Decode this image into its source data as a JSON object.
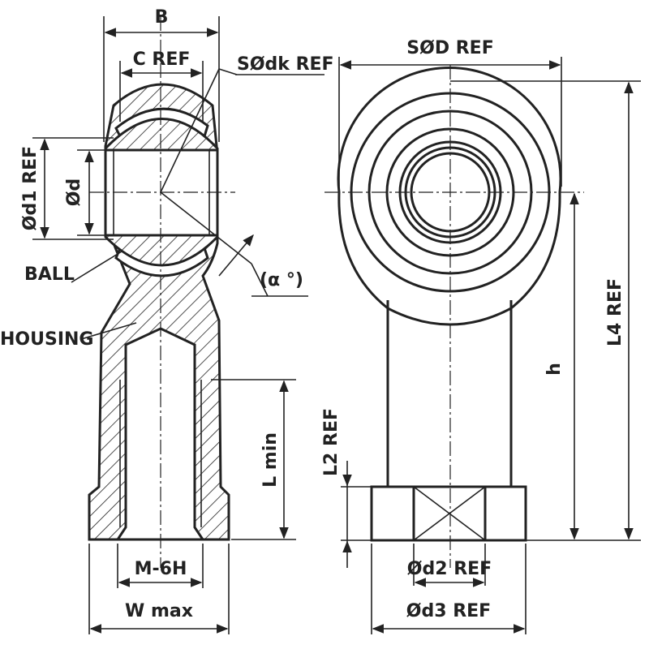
{
  "labels": {
    "b": "B",
    "c_ref": "C REF",
    "sodk_ref": "SØdk REF",
    "sod_ref": "SØD REF",
    "od1_ref": "Ød1 REF",
    "od": "Ød",
    "ball": "BALL",
    "alpha": "(α °)",
    "housing": "HOUSING",
    "l_min": "L min",
    "m_6h": "M-6H",
    "w_max": "W max",
    "l2_ref": "L2 REF",
    "h": "h",
    "l4_ref": "L4 REF",
    "od2_ref": "Ød2 REF",
    "od3_ref": "Ød3 REF"
  }
}
